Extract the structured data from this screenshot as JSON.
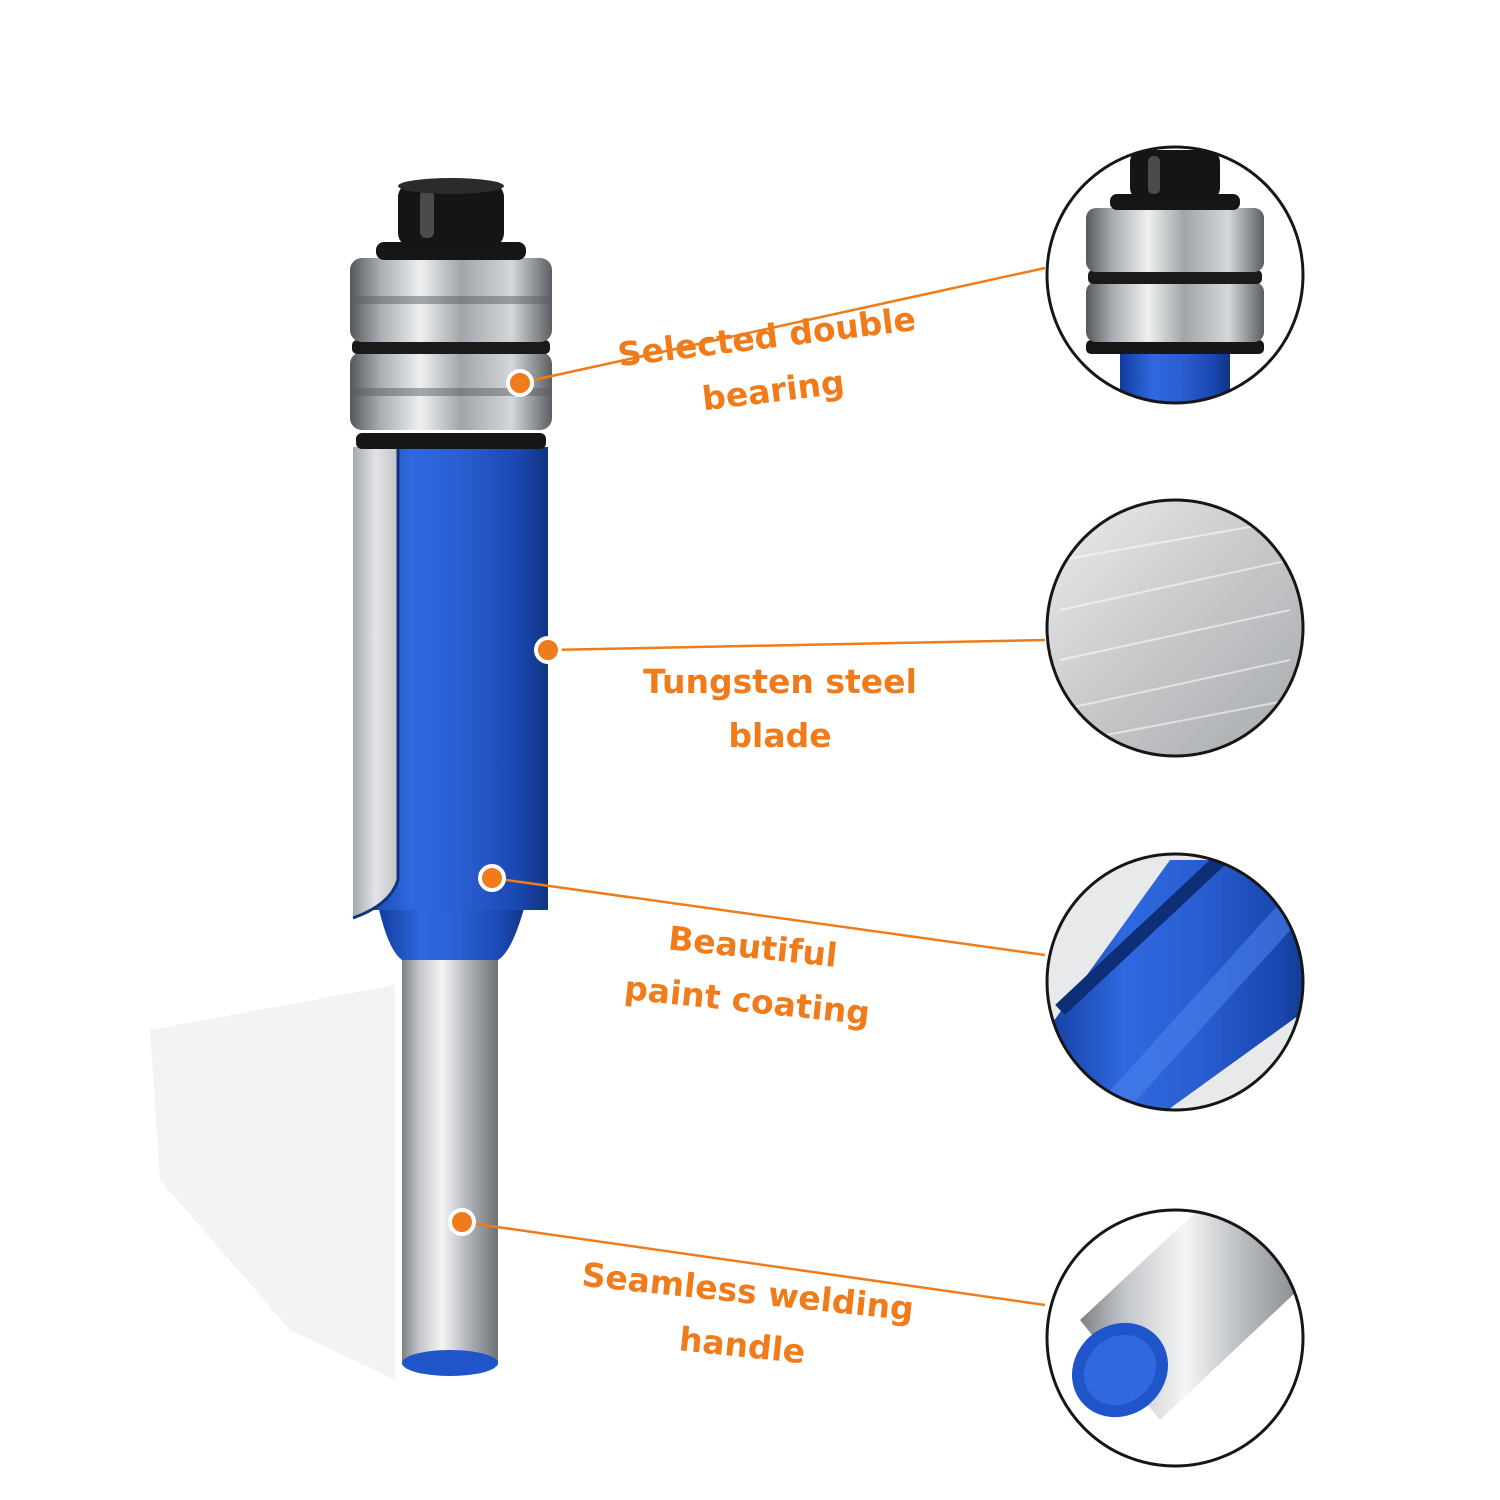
{
  "theme": {
    "accent": "#f07b1a",
    "paint_blue": "#1f55c8",
    "steel": "#c9ccd0",
    "bearing_black": "#151515",
    "background": "#ffffff"
  },
  "product": {
    "icon": "router-bit-icon"
  },
  "callouts": [
    {
      "id": "bearing",
      "lines": [
        "Selected double",
        "bearing"
      ],
      "detail_icon": "double-bearing-closeup-icon"
    },
    {
      "id": "blade",
      "lines": [
        "Tungsten steel",
        "blade"
      ],
      "detail_icon": "steel-blade-closeup-icon"
    },
    {
      "id": "coating",
      "lines": [
        "Beautiful",
        "paint coating"
      ],
      "detail_icon": "paint-coating-closeup-icon"
    },
    {
      "id": "handle",
      "lines": [
        "Seamless welding",
        "handle"
      ],
      "detail_icon": "shank-closeup-icon"
    }
  ]
}
